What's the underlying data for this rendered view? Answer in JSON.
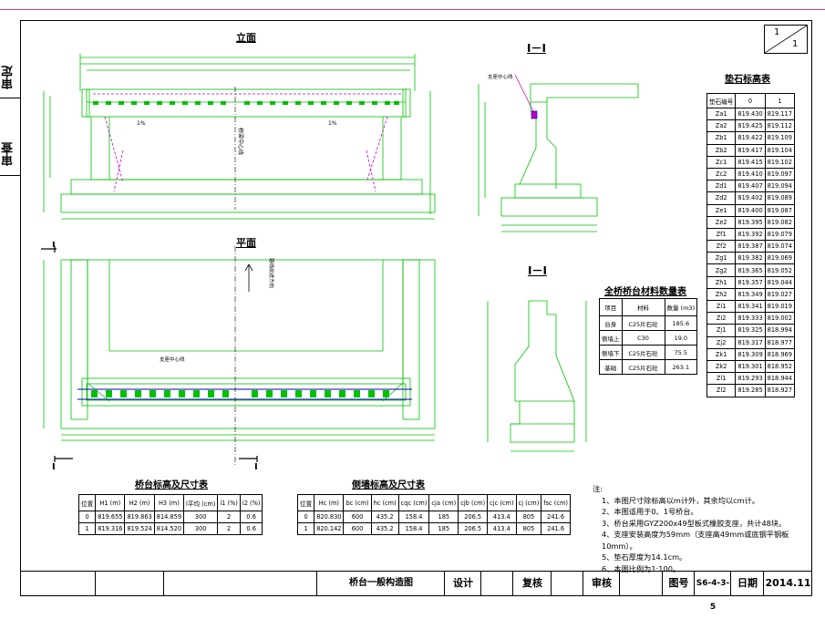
{
  "sheet": {
    "number_top": "1",
    "number_bottom": "1"
  },
  "sidebar": {
    "approve": "审定",
    "review": "审查"
  },
  "views": {
    "elevation": "立面",
    "plan": "平面",
    "section1": "I－I",
    "section2": "I－I",
    "section_mark": "I",
    "support_center": "支座中心线",
    "bridge_center": "桥梁中心线",
    "road_center": "路线前进方向",
    "slope_left": "1%",
    "slope_right": "1%"
  },
  "pad_table": {
    "title": "垫石标高表",
    "headers": [
      "垫石编号",
      "0",
      "1"
    ],
    "rows": [
      [
        "Za1",
        "819.430",
        "819.117"
      ],
      [
        "Za2",
        "819.425",
        "819.112"
      ],
      [
        "Zb1",
        "819.422",
        "819.109"
      ],
      [
        "Zb2",
        "819.417",
        "819.104"
      ],
      [
        "Zc1",
        "819.415",
        "819.102"
      ],
      [
        "Zc2",
        "819.410",
        "819.097"
      ],
      [
        "Zd1",
        "819.407",
        "819.094"
      ],
      [
        "Zd2",
        "819.402",
        "819.089"
      ],
      [
        "Ze1",
        "819.400",
        "819.087"
      ],
      [
        "Ze2",
        "819.395",
        "819.082"
      ],
      [
        "Zf1",
        "819.392",
        "819.079"
      ],
      [
        "Zf2",
        "819.387",
        "819.074"
      ],
      [
        "Zg1",
        "819.382",
        "819.069"
      ],
      [
        "Zg2",
        "819.365",
        "819.052"
      ],
      [
        "Zh1",
        "819.357",
        "819.044"
      ],
      [
        "Zh2",
        "819.349",
        "819.027"
      ],
      [
        "Zi1",
        "819.341",
        "819.019"
      ],
      [
        "Zi2",
        "819.333",
        "819.002"
      ],
      [
        "Zj1",
        "819.325",
        "818.994"
      ],
      [
        "Zj2",
        "819.317",
        "818.977"
      ],
      [
        "Zk1",
        "819.309",
        "818.969"
      ],
      [
        "Zk2",
        "819.301",
        "818.952"
      ],
      [
        "Zl1",
        "819.293",
        "818.944"
      ],
      [
        "Zl2",
        "819.285",
        "818.927"
      ]
    ]
  },
  "material_table": {
    "title": "全桥桥台材料数量表",
    "headers": [
      "项目",
      "材料",
      "数量 (m3)"
    ],
    "rows": [
      [
        "台身",
        "C25片石砼",
        "185.6"
      ],
      [
        "侧墙上",
        "C30",
        "19.0"
      ],
      [
        "侧墙下",
        "C25片石砼",
        "75.5"
      ],
      [
        "基础",
        "C25片石砼",
        "263.1"
      ]
    ]
  },
  "abutment_table": {
    "title": "桥台标高及尺寸表",
    "headers": [
      "位置",
      "H1 (m)",
      "H2 (m)",
      "H3 (m)",
      "l平均 (cm)",
      "i1 (%)",
      "i2 (%)"
    ],
    "rows": [
      [
        "0",
        "819.655",
        "819.863",
        "814.859",
        "300",
        "2",
        "0.6"
      ],
      [
        "1",
        "819.316",
        "819.524",
        "814.520",
        "300",
        "2",
        "0.6"
      ]
    ]
  },
  "wall_table": {
    "title": "侧墙标高及尺寸表",
    "headers": [
      "位置",
      "Hc (m)",
      "bc (cm)",
      "hc (cm)",
      "cqc (cm)",
      "cja (cm)",
      "cjb (cm)",
      "cjc (cm)",
      "cj (cm)",
      "fsc (cm)"
    ],
    "rows": [
      [
        "0",
        "820.830",
        "600",
        "435.2",
        "158.4",
        "185",
        "206.5",
        "413.4",
        "805",
        "241.6"
      ],
      [
        "1",
        "820.142",
        "600",
        "435.2",
        "158.4",
        "185",
        "206.5",
        "413.4",
        "805",
        "241.6"
      ]
    ]
  },
  "notes": {
    "title": "注:",
    "items": [
      "1、本图尺寸除标高以m计外，其余均以cm计。",
      "2、本图适用于0、1号桥台。",
      "3、桥台采用GYZ200x49型板式橡胶支座，共计48块。",
      "4、支座安装高度为59mm（支座高49mm或底钢平钢板10mm）。",
      "5、垫石厚度为14.1cm。",
      "6、本图比例为1:100。"
    ]
  },
  "title_block": {
    "drawing_name": "桥台一般构造图",
    "design": "设计",
    "check": "复核",
    "audit": "审核",
    "drawing_no_label": "图号",
    "drawing_no": "S6-4-3-5",
    "date_label": "日期",
    "date": "2014.11"
  },
  "colors": {
    "line": "#00c000",
    "accent": "#c000c0",
    "ink": "#000000",
    "blue": "#0000c0"
  }
}
